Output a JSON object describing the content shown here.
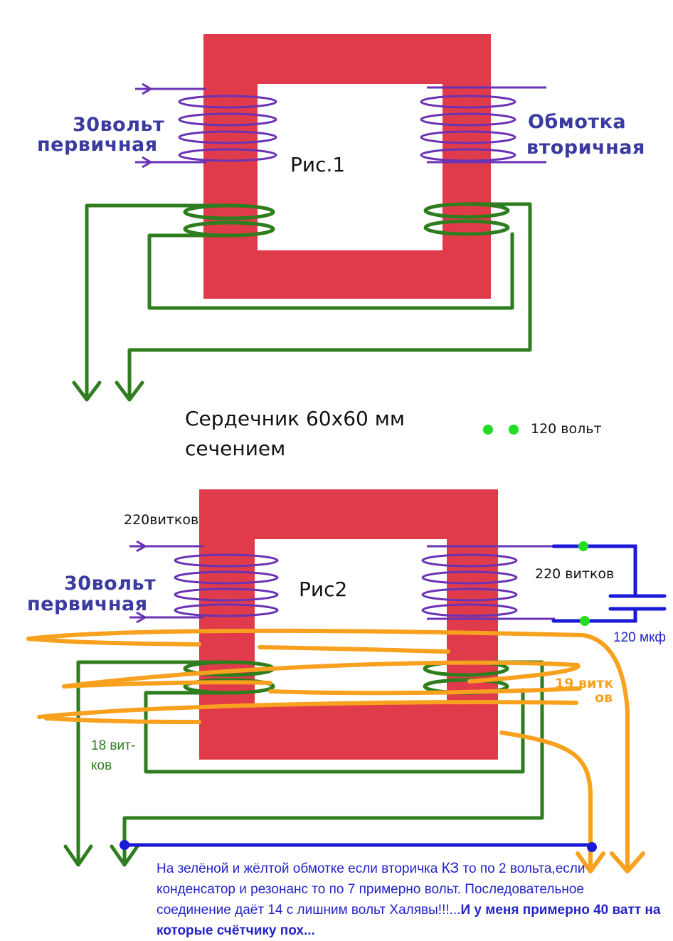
{
  "fig1": {
    "caption": "Рис.1",
    "primary_line1": "30вольт",
    "primary_line2": "первичная",
    "secondary_line1": "Обмотка",
    "secondary_line2": "вторичная"
  },
  "core_line1": "Сердечник 60х60 мм",
  "core_line2": "сечением",
  "legend_120v": "120 вольт",
  "fig2": {
    "caption": "Рис2",
    "turns_220_left": "220витков",
    "primary_line1": "30вольт",
    "primary_line2": "первичная",
    "turns_220_right": "220 витков",
    "capacitor": "120 мкф",
    "turns_19_line1": "19 витк",
    "turns_19_line2": "ов",
    "turns_18_line1": "18 вит-",
    "turns_18_line2": "ков"
  },
  "note": {
    "part1": "На зелёной и жёлтой обмотке если  вторичка ",
    "kz": "КЗ",
    "part2": " то  по 2 вольта,если   конденсатор и резонанс то по 7 примерно вольт.  Последовательное соединение даёт  14 с лишним вольт Халявы!!!...",
    "bold": "И у меня примерно 40 ватт на которые счётчику пох..."
  },
  "colors": {
    "core": "#e03b4a",
    "primary_coil": "#6a32b4",
    "green_winding": "#2e7d1e",
    "orange_winding": "#f7a11f",
    "capacitor_circuit": "#1a1ad6",
    "dot": "#22dd22"
  }
}
